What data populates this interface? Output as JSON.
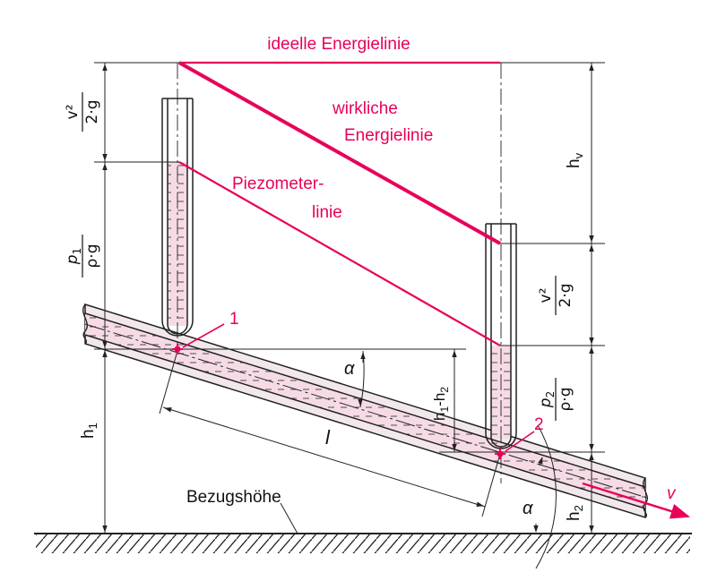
{
  "labels": {
    "ideal_energy_line": "ideelle Energielinie",
    "real_energy_line_1": "wirkliche",
    "real_energy_line_2": "Energielinie",
    "piezometer_1": "Piezometer-",
    "piezometer_2": "linie",
    "reference": "Bezugshöhe",
    "point_1": "1",
    "point_2": "2",
    "velocity": "v",
    "length": "l",
    "alpha": "α",
    "h1": "h",
    "h1_sub": "1",
    "h2": "h",
    "h2_sub": "2",
    "hv": "h",
    "hv_sub": "v",
    "h_diff": "h",
    "h_diff_sub1": "1",
    "h_diff_mid": "-h",
    "h_diff_sub2": "2"
  },
  "fractions": {
    "v2_2g_num": "v²",
    "v2_2g_den": "2·g",
    "p1_num": "p",
    "p1_sub": "1",
    "p_den": "ρ·g",
    "p2_num": "p",
    "p2_sub": "2"
  },
  "colors": {
    "red": "#e8005a",
    "fluid": "#f6dbe6",
    "line": "#222222"
  }
}
